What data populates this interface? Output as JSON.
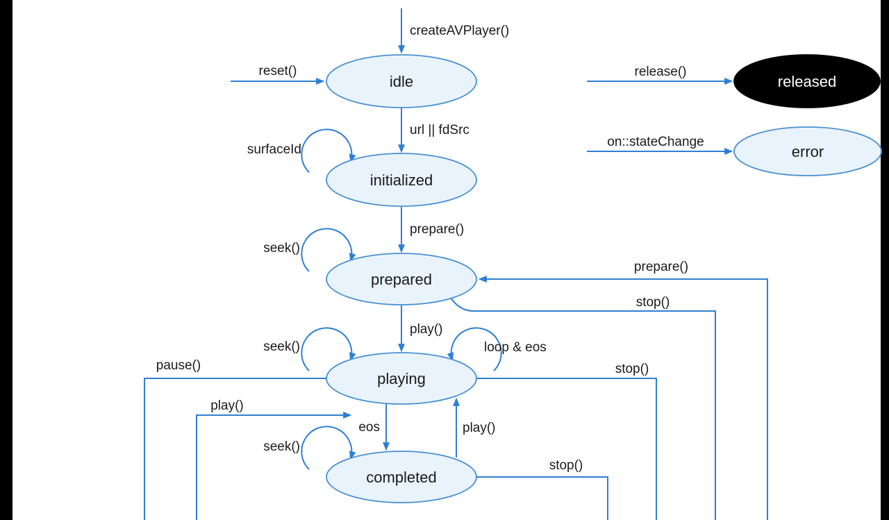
{
  "colors": {
    "line": "#2E7FD3",
    "node_fill": "#E9F3FC",
    "node_stroke": "#4A90D2",
    "released_fill": "#000000",
    "released_text": "#FFFFFF",
    "text": "#1A1A1A",
    "bar": "#000000",
    "background": "#FFFFFF"
  },
  "states": [
    {
      "id": "idle",
      "label": "idle"
    },
    {
      "id": "initialized",
      "label": "initialized"
    },
    {
      "id": "prepared",
      "label": "prepared"
    },
    {
      "id": "playing",
      "label": "playing"
    },
    {
      "id": "completed",
      "label": "completed"
    },
    {
      "id": "released",
      "label": "released"
    },
    {
      "id": "error",
      "label": "error"
    }
  ],
  "edges": {
    "create": "createAVPlayer()",
    "reset": "reset()",
    "release": "release()",
    "state_change": "on::stateChange",
    "url_fdsrc": "url || fdSrc",
    "surface_id": "surfaceId",
    "prepare": "prepare()",
    "seek_prepared": "seek()",
    "play": "play()",
    "seek_playing": "seek()",
    "loop_eos": "loop & eos",
    "pause": "pause()",
    "stop_playing": "stop()",
    "play_paused": "play()",
    "eos": "eos",
    "play_completed": "play()",
    "seek_completed": "seek()",
    "prepare_back": "prepare()",
    "stop_prepared": "stop()",
    "stop_completed": "stop()"
  }
}
